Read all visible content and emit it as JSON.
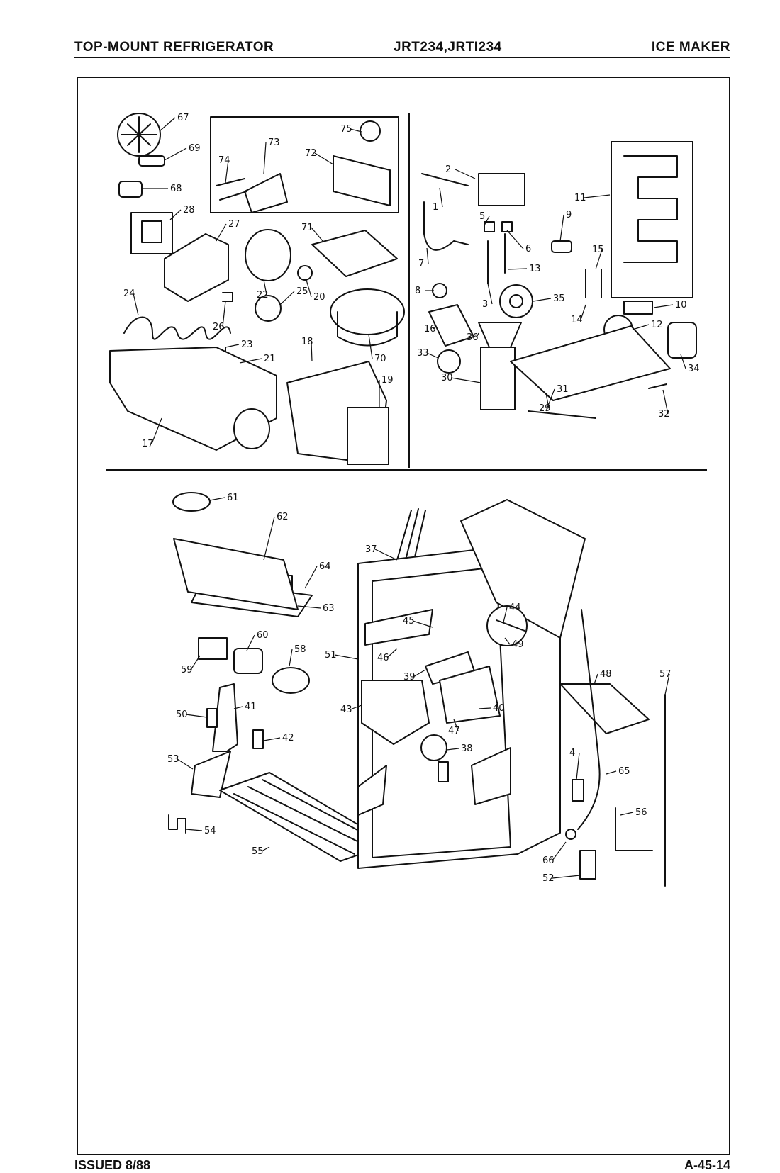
{
  "header": {
    "title_left": "TOP-MOUNT REFRIGERATOR",
    "title_center": "JRT234,JRTI234",
    "title_right": "ICE MAKER"
  },
  "footer": {
    "issued": "ISSUED 8/88",
    "page_code": "A-45-14"
  },
  "callouts": {
    "upper_left": [
      "67",
      "69",
      "68",
      "28",
      "27",
      "73",
      "74",
      "72",
      "75",
      "71",
      "22",
      "20",
      "25",
      "26",
      "24",
      "23",
      "21",
      "18",
      "19",
      "70",
      "17"
    ],
    "upper_right": [
      "2",
      "1",
      "5",
      "6",
      "7",
      "8",
      "3",
      "16",
      "13",
      "9",
      "11",
      "15",
      "14",
      "10",
      "12",
      "35",
      "36",
      "33",
      "30",
      "31",
      "29",
      "32",
      "34"
    ],
    "lower": [
      "61",
      "62",
      "64",
      "63",
      "60",
      "58",
      "59",
      "41",
      "50",
      "42",
      "53",
      "54",
      "55",
      "37",
      "51",
      "45",
      "44",
      "49",
      "46",
      "39",
      "43",
      "47",
      "40",
      "38",
      "48",
      "57",
      "4",
      "65",
      "56",
      "66",
      "52"
    ]
  }
}
